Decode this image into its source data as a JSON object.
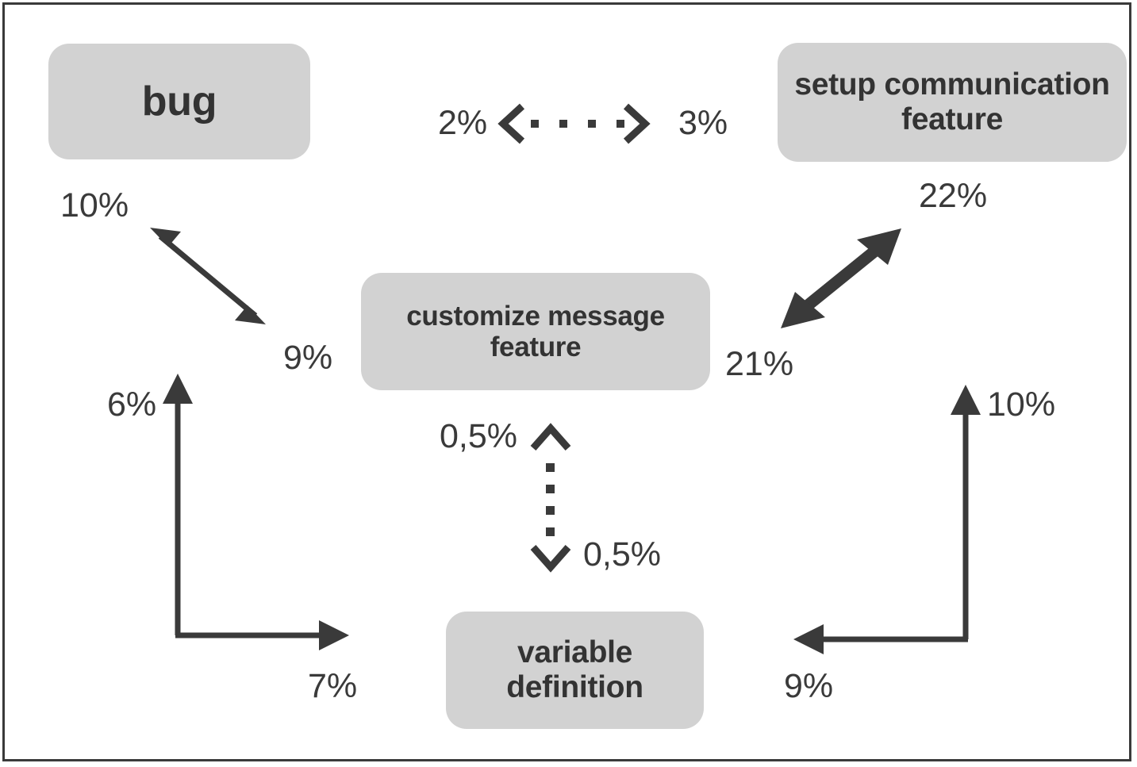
{
  "diagram": {
    "title": "state transition percentages diagram",
    "background_color": "#ffffff",
    "frame_color": "#3a3a3a",
    "node_fill_color": "#d2d2d2",
    "ink_color": "#3a3a3a",
    "nodes": [
      {
        "id": "bug",
        "label": "bug"
      },
      {
        "id": "setup-communication-feature",
        "label": "setup communication\nfeature"
      },
      {
        "id": "customize-message-feature",
        "label": "customize message\nfeature"
      },
      {
        "id": "variable-definition",
        "label": "variable\ndefinition"
      }
    ],
    "edge_labels": {
      "top_dotted_left": "2%",
      "top_dotted_right": "3%",
      "bug_customize_up": "10%",
      "bug_customize_down": "9%",
      "left_vertical": "6%",
      "left_horizontal": "7%",
      "center_dotted_up": "0,5%",
      "center_dotted_down": "0,5%",
      "right_diagonal_up": "22%",
      "right_diagonal_down": "21%",
      "right_vertical": "10%",
      "right_horizontal": "9%"
    }
  }
}
